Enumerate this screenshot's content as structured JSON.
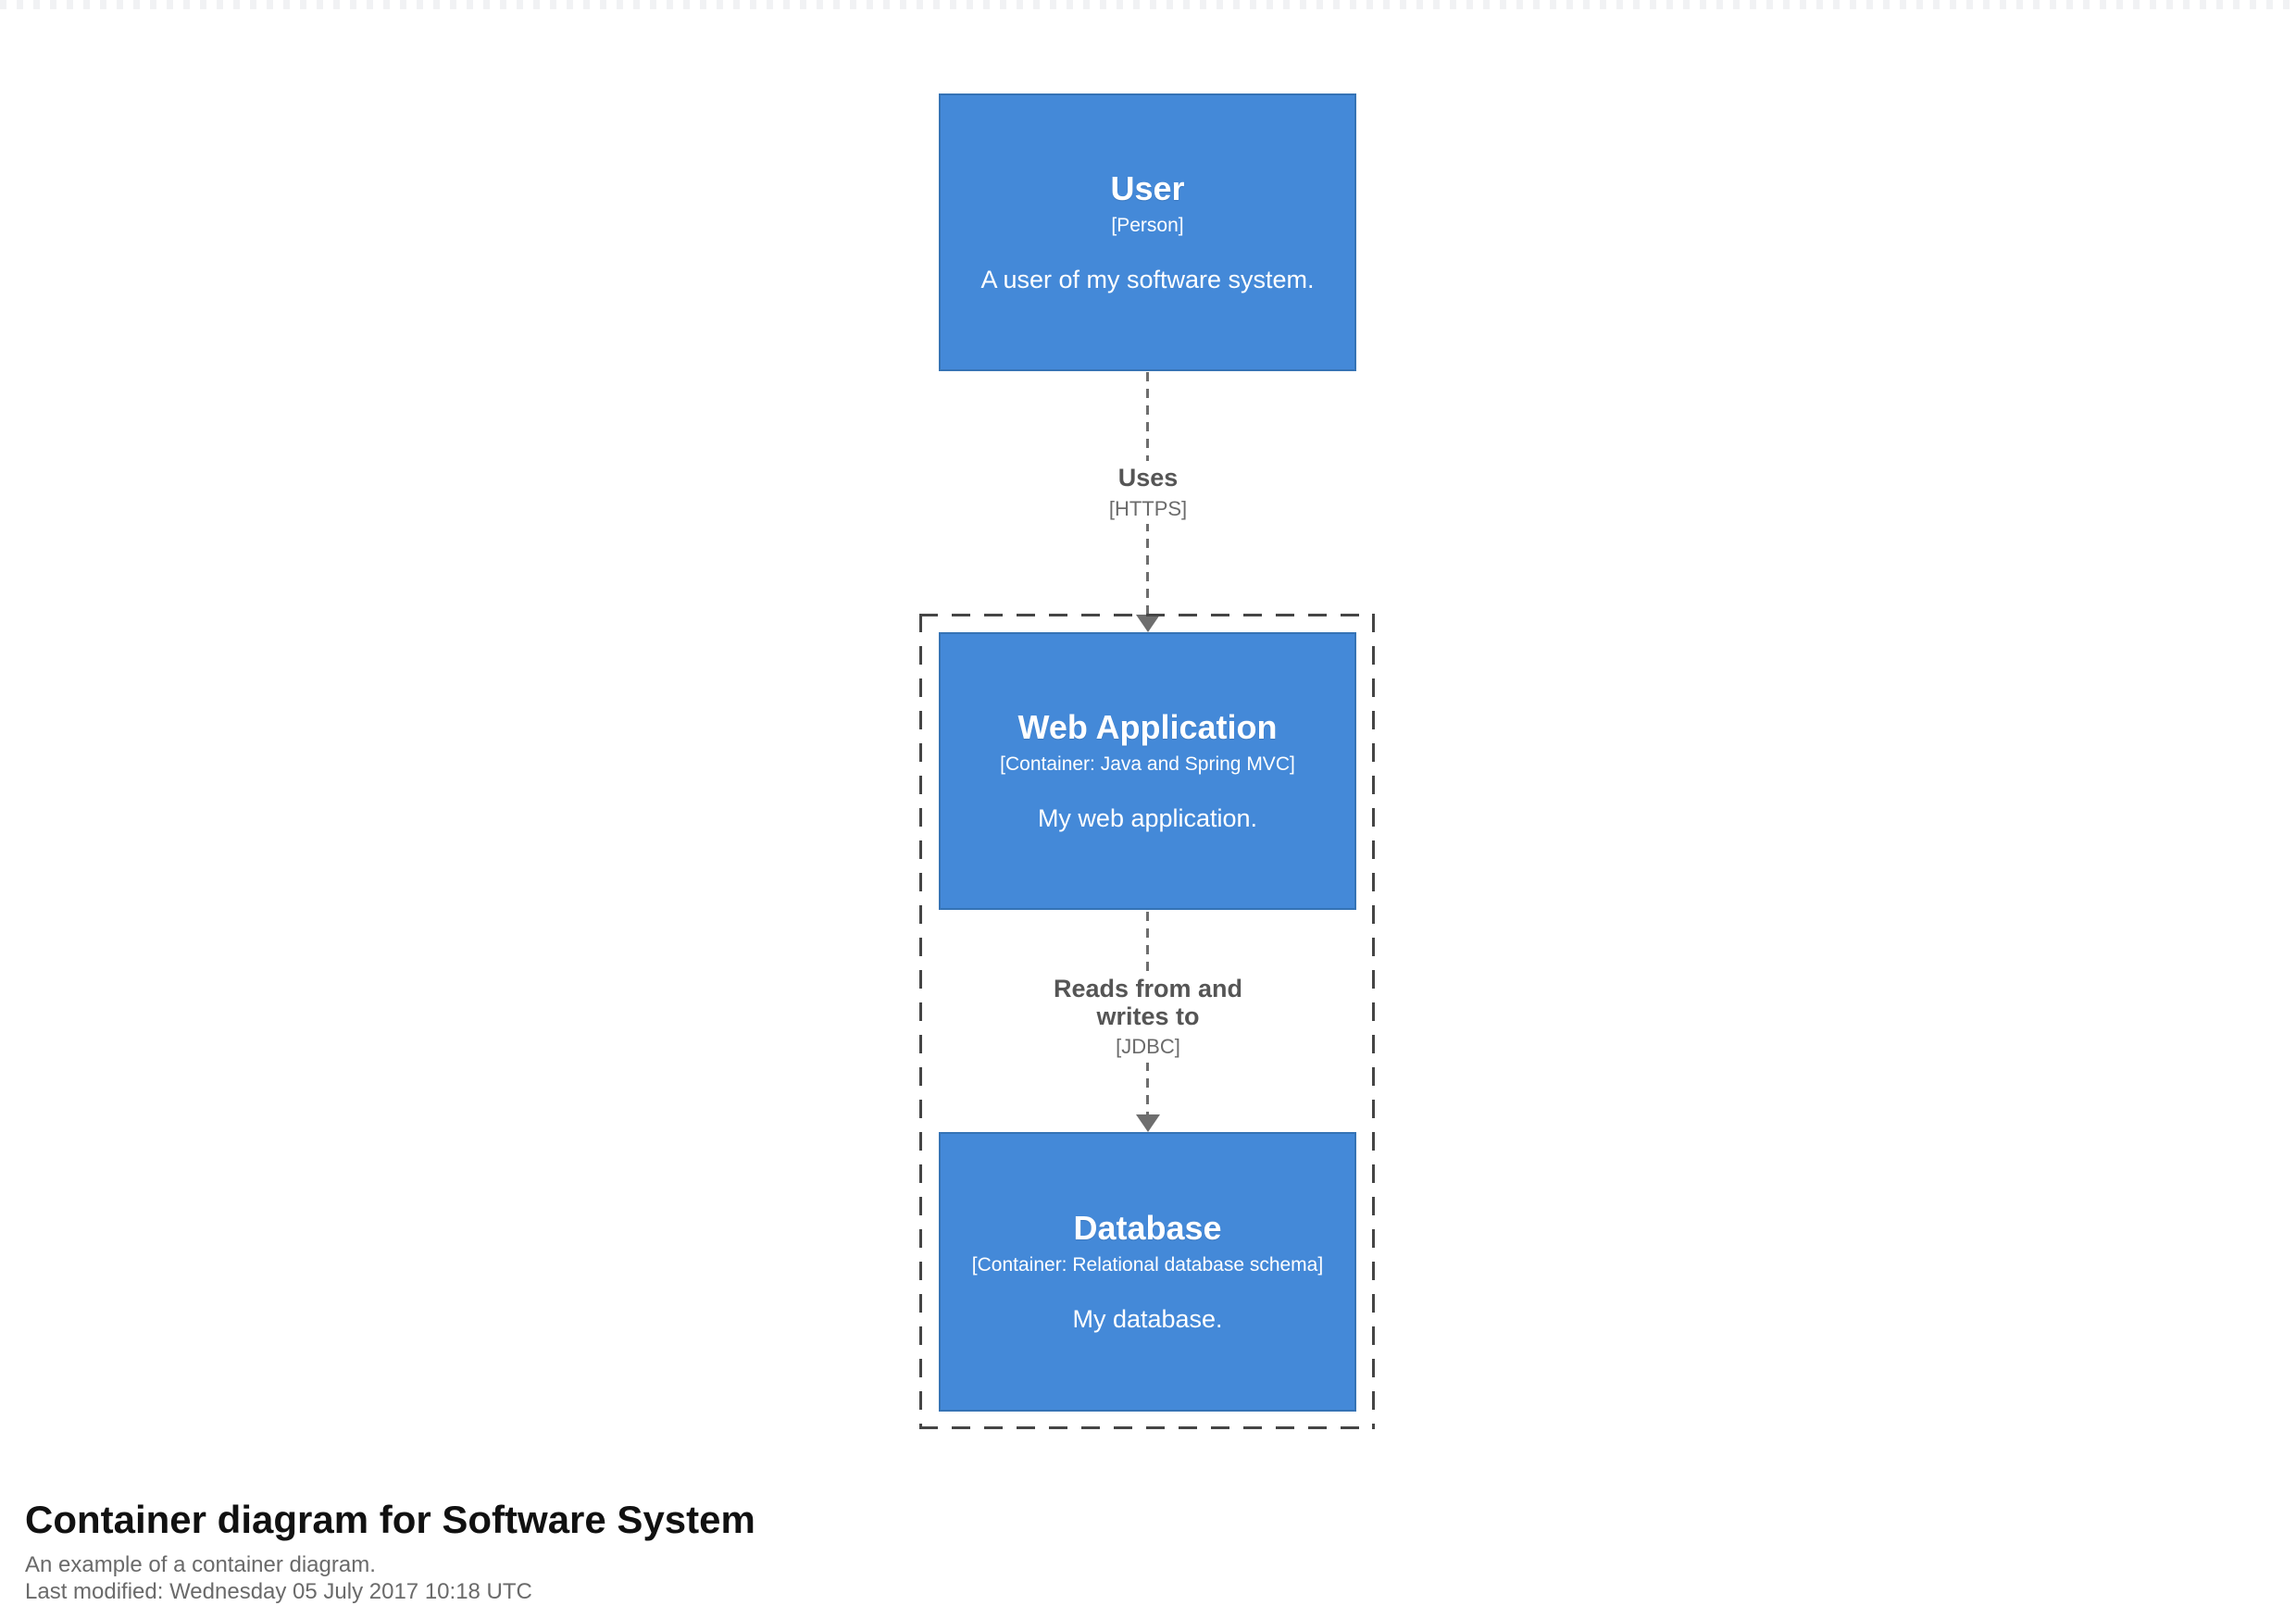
{
  "diagram": {
    "nodes": [
      {
        "name": "User",
        "meta": "[Person]",
        "description": "A user of my software system."
      },
      {
        "name": "Web Application",
        "meta": "[Container: Java and Spring MVC]",
        "description": "My web application."
      },
      {
        "name": "Database",
        "meta": "[Container: Relational database schema]",
        "description": "My database."
      }
    ],
    "relationships": [
      {
        "label": "Uses",
        "technology": "[HTTPS]"
      },
      {
        "label": "Reads from and writes to",
        "technology": "[JDBC]"
      }
    ],
    "colors": {
      "node_fill": "#4489d8",
      "node_border": "#3573b5",
      "node_text": "#ffffff",
      "boundary_border": "#454545",
      "connector": "#6e6e6e",
      "relationship_label": "#555555",
      "technology_label": "#6b6b6b"
    }
  },
  "footer": {
    "title": "Container diagram for Software System",
    "subtitle": "An example of a container diagram.",
    "last_modified": "Last modified: Wednesday 05 July 2017 10:18 UTC"
  }
}
